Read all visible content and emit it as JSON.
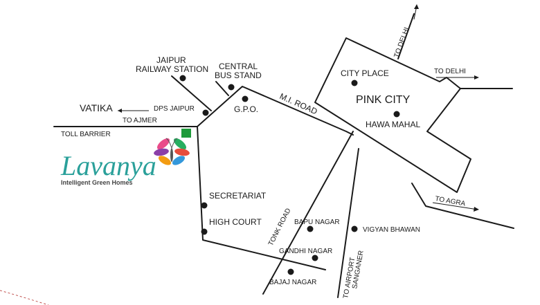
{
  "colors": {
    "road": "#1a1a1a",
    "marker": "#1e9a3a",
    "logo_text": "#2aa09a",
    "dashed_curve": "#c0504d"
  },
  "landmarks": {
    "jaipur_railway_station": [
      "JAIPUR",
      "RAILWAY STATION"
    ],
    "central_bus_stand": [
      "CENTRAL",
      "BUS STAND"
    ],
    "gpo": "G.P.O.",
    "vatika": "VATIKA",
    "dps_jaipur": "DPS JAIPUR",
    "to_ajmer": "TO AJMER",
    "toll_barrier": "TOLL BARRIER",
    "mi_road": "M.I. ROAD",
    "city_place": "CITY PLACE",
    "pink_city": "PINK CITY",
    "hawa_mahal": "HAWA MAHAL",
    "to_delhi_top": "TO DELHI",
    "to_delhi_right": "TO DELHI",
    "to_agra": "TO AGRA",
    "secretariat": "SECRETARIAT",
    "high_court": "HIGH COURT",
    "tonk_road": "TONK ROAD",
    "bapu_nagar": "BAPU NAGAR",
    "vigyan_bhawan": "VIGYAN BHAWAN",
    "gandhi_nagar": "GANDHI NAGAR",
    "bajaj_nagar": "BAJAJ NAGAR",
    "to_airport": [
      "TO AIRPORT",
      "SANGANER"
    ]
  },
  "logo": {
    "name": "Lavanya",
    "tagline": "Intelligent Green Homes"
  }
}
